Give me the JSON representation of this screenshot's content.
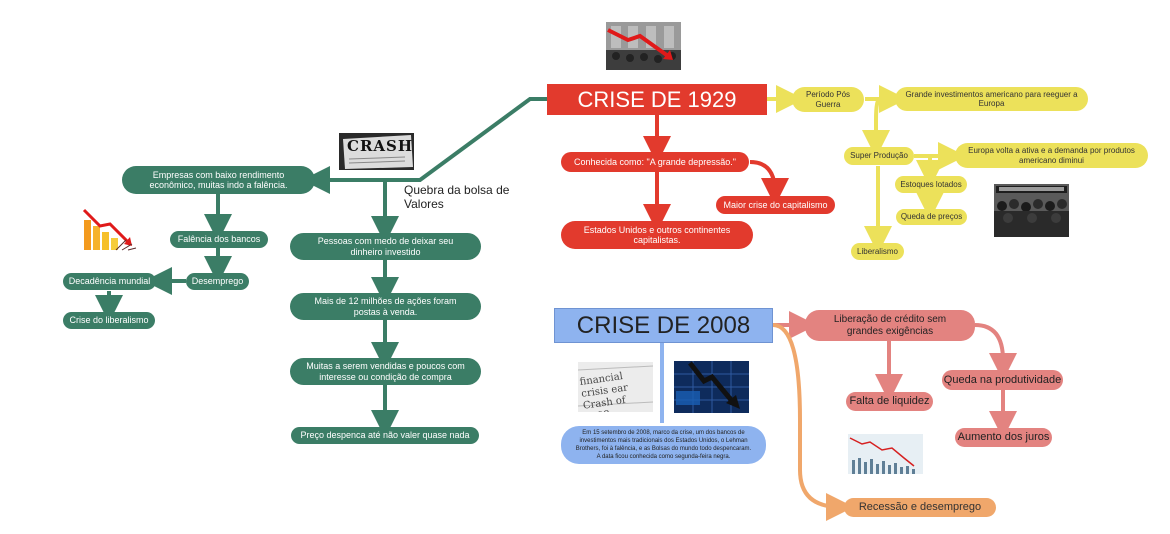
{
  "crise1929": {
    "title": "CRISE DE 1929",
    "known_as": "Conhecida como: \"A grande depressão.\"",
    "maior_crise": "Maior crise do capitalismo",
    "estados_unidos": "Estados Unidos e outros continentes capitalistas.",
    "periodo_pos_guerra": "Período Pós Guerra",
    "grande_investimento": "Grande investimentos americano para reeguer a Europa",
    "super_producao": "Super Produção",
    "europa_volta": "Europa volta a ativa e a demanda por produtos americano diminui",
    "estoques_lotados": "Estoques lotados",
    "queda_precos": "Queda de preços",
    "liberalismo": "Liberalismo",
    "quebra_bolsa": "Quebra da bolsa de Valores",
    "pessoas_medo": "Pessoas com medo de deixar seu dinheiro investido",
    "mais_12_milhoes": "Mais de 12 milhões de ações foram postas à venda.",
    "muitas_vendidas": "Muitas a serem vendidas e poucos com interesse ou condição de compra",
    "preco_despenca": "Preço despenca até não valer quase nada",
    "empresas_baixo": "Empresas com baixo rendimento econômico, muitas indo a falência.",
    "falencia_bancos": "Falência dos bancos",
    "desemprego": "Desemprego",
    "decadencia_mundial": "Decadência mundial",
    "crise_liberalismo": "Crise do liberalismo",
    "newspaper_headline": "CRASH!"
  },
  "crise2008": {
    "title": "CRISE DE 2008",
    "descricao": "Em 15 setembro de 2008, marco da crise, um dos bancos de investimentos mais tradicionais dos Estados Unidos, o Lehman Brothers, foi à falência, e as Bolsas do mundo todo despencaram. A data ficou conhecida como segunda-feira negra.",
    "liberacao_credito": "Liberação de crédito sem grandes exigências",
    "falta_liquidez": "Falta de liquidez",
    "queda_produtividade": "Queda na produtividade",
    "aumento_juros": "Aumento dos juros",
    "recessao": "Recessão e desemprego",
    "newspaper_text": "financial crisis ear Crash of 2008"
  },
  "colors": {
    "red": "#e23a2d",
    "green": "#3b7d66",
    "yellow": "#ece15a",
    "blue": "#8eb3ef",
    "pink": "#e38380",
    "orange": "#f0a76b"
  }
}
